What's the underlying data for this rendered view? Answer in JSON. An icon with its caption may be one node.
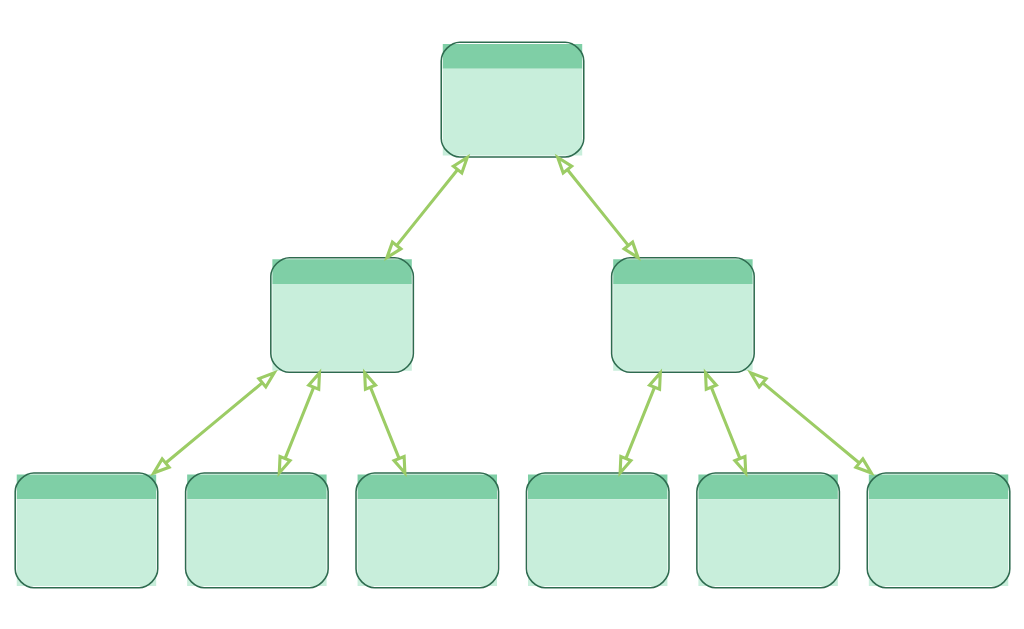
{
  "diagram": {
    "nodes": [
      {
        "text": [],
        "shape": "picture"
      },
      {
        "text": [],
        "shape": "picture"
      },
      {
        "text": [],
        "shape": "picture"
      },
      {
        "text": [],
        "shape": "picture"
      },
      {
        "text": [],
        "shape": "picture"
      },
      {
        "text": [],
        "shape": "picture"
      },
      {
        "text": [],
        "shape": "picture"
      },
      {
        "text": [],
        "shape": "picture"
      },
      {
        "text": [],
        "shape": "picture"
      }
    ],
    "edges": [
      {
        "from": 0,
        "to": 1,
        "arrow": "both"
      },
      {
        "from": 0,
        "to": 2,
        "arrow": "both"
      },
      {
        "from": 1,
        "to": 3,
        "arrow": "both"
      },
      {
        "from": 1,
        "to": 4,
        "arrow": "both"
      },
      {
        "from": 1,
        "to": 5,
        "arrow": "both"
      },
      {
        "from": 2,
        "to": 6,
        "arrow": "both"
      },
      {
        "from": 2,
        "to": 7,
        "arrow": "both"
      },
      {
        "from": 2,
        "to": 8,
        "arrow": "both"
      }
    ]
  }
}
